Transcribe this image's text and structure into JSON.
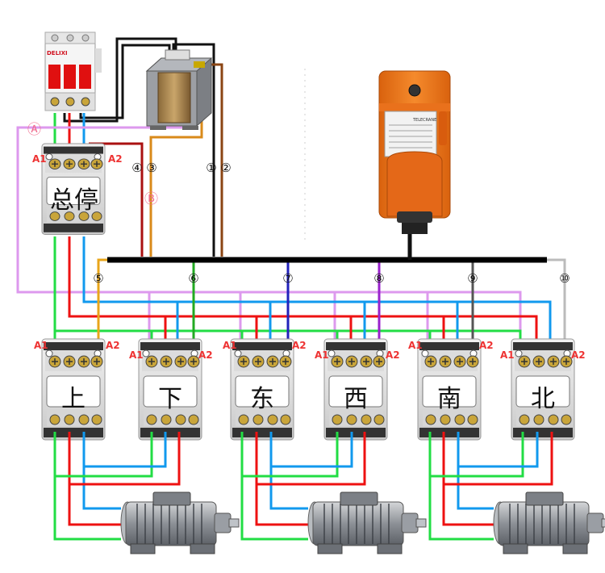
{
  "breaker": {
    "brand": "DELIXI"
  },
  "remote": {
    "brand": "TELECRANE"
  },
  "labels": {
    "main_stop": "总停",
    "up": "上",
    "down": "下",
    "east": "东",
    "west": "西",
    "south": "南",
    "north": "北",
    "a1": "A1",
    "a2": "A2",
    "mark_a": "Ⓐ",
    "mark_b": "Ⓑ",
    "n1": "①",
    "n2": "②",
    "n3": "③",
    "n4": "④",
    "n5": "⑤",
    "n6": "⑥",
    "n7": "⑦",
    "n8": "⑧",
    "n9": "⑨",
    "n10": "⑩"
  },
  "colors": {
    "phase_green": "#22dd44",
    "phase_red": "#ee1111",
    "phase_blue": "#1199ee",
    "control_purple": "#dd99ee",
    "wire_brown": "#8b4513",
    "wire_orange": "#d98a1a",
    "wire_darkred": "#aa1111",
    "wire_violet": "#9922cc",
    "wire_indigo": "#2222bb",
    "wire_gray": "#555555",
    "wire_lightgray": "#bbbbbb",
    "bus": "#000000",
    "label_red": "#ee3333",
    "remote_orange": "#f07a1e"
  }
}
